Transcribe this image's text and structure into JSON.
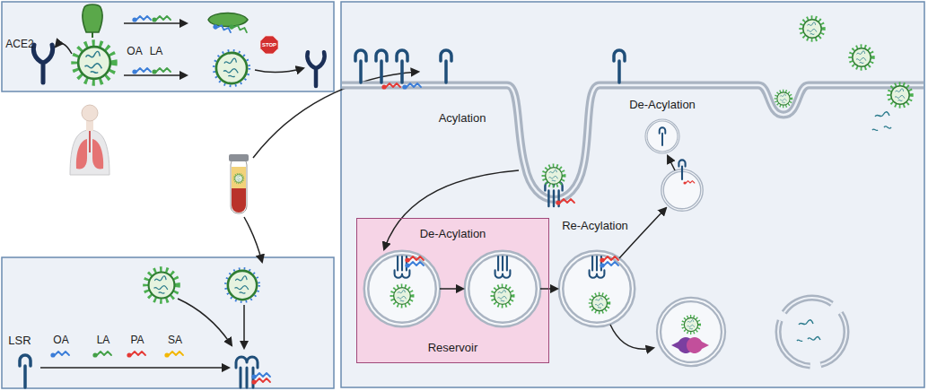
{
  "diagram": {
    "nodes": [
      {
        "text": [
          "De-Acylation",
          "Reservoir"
        ]
      }
    ],
    "labels": [
      "ACE2",
      "OA",
      "LA",
      "STOP",
      "LSR",
      "OA",
      "LA",
      "PA",
      "SA",
      "De-Acylation",
      "Acylation",
      "Re-Acylation"
    ]
  }
}
